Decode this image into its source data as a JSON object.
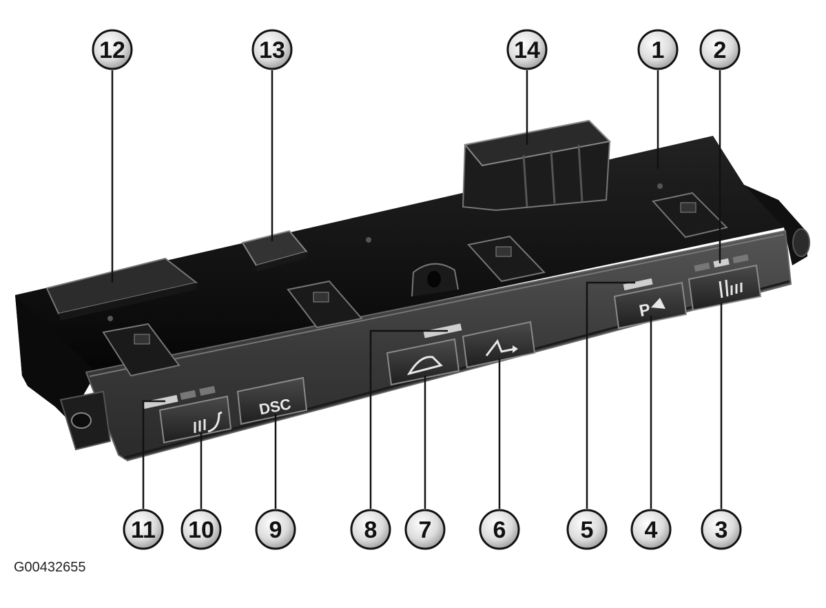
{
  "figure_id": "G00432655",
  "callouts": [
    "1",
    "2",
    "3",
    "4",
    "5",
    "6",
    "7",
    "8",
    "9",
    "10",
    "11",
    "12",
    "13",
    "14"
  ],
  "buttons": {
    "dsc": "DSC",
    "park": "P"
  },
  "colors": {
    "module_body": "#151515",
    "panel_face": "#3c3c3c",
    "button": "#2e2e2e",
    "callout_ring": "#111111",
    "callout_fill": "#d9d9d9"
  },
  "icons": [
    "seat-heater-icon",
    "park-distance-icon",
    "hill-descent-icon",
    "tilt-icon",
    "convertible-top-icon"
  ]
}
